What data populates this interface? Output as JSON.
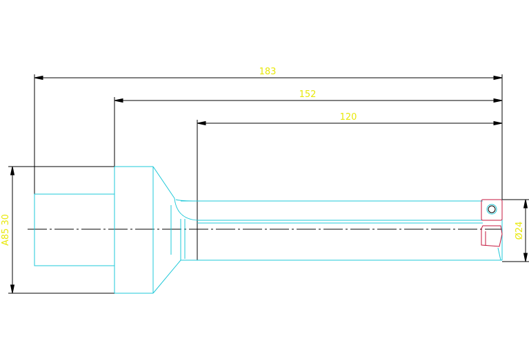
{
  "colors": {
    "dimension_line": "#000000",
    "dimension_text": "#e8e80a",
    "outline": "#1ec8d8",
    "insert": "#c4163c",
    "background": "#ffffff"
  },
  "dimensions": {
    "overall_length": "183",
    "mid_length": "152",
    "shank_length": "120",
    "shank_diameter": "Ø24",
    "body_diameter": "A85 30"
  }
}
